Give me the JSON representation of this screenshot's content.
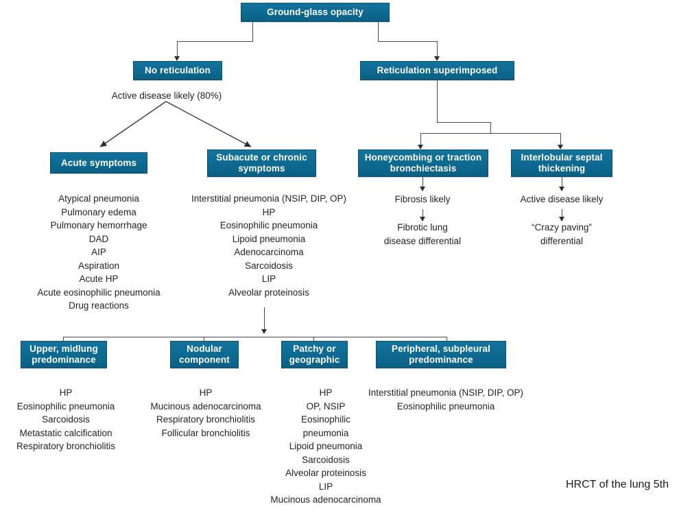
{
  "caption": "HRCT of the lung 5th",
  "nodes": {
    "root": "Ground-glass opacity",
    "no_reticulation": "No reticulation",
    "reticulation": "Reticulation superimposed",
    "acute": "Acute symptoms",
    "subacute": "Subacute or\nchronic symptoms",
    "honeycombing": "Honeycombing or\ntraction bronchiectasis",
    "interlobular": "Interlobular\nseptal thickening",
    "upper_midlung": "Upper, midlung\npredominance",
    "nodular": "Nodular\ncomponent",
    "patchy": "Patchy or\ngeographic",
    "peripheral": "Peripheral, subpleural\npredominance"
  },
  "labels": {
    "active_disease_80": "Active disease likely (80%)",
    "fibrosis_likely": "Fibrosis likely",
    "fibrotic_lung": "Fibrotic lung\ndisease differential",
    "active_disease_likely": "Active disease likely",
    "crazy_paving": "“Crazy paving”\ndifferential"
  },
  "lists": {
    "acute_symptoms": "Atypical pneumonia\nPulmonary edema\nPulmonary hemorrhage\nDAD\nAIP\nAspiration\nAcute HP\nAcute eosinophilic pneumonia\nDrug reactions",
    "subacute_chronic": "Interstitial pneumonia (NSIP, DIP, OP)\nHP\nEosinophilic pneumonia\nLipoid pneumonia\nAdenocarcinoma\nSarcoidosis\nLIP\nAlveolar proteinosis",
    "upper_midlung": "HP\nEosinophilic pneumonia\nSarcoidosis\nMetastatic calcification\nRespiratory bronchiolitis",
    "nodular": "HP\nMucinous adenocarcinoma\nRespiratory bronchiolitis\nFollicular bronchiolitis",
    "patchy": "HP\nOP, NSIP\nEosinophilic\npneumonia\nLipoid pneumonia\nSarcoidosis\nAlveolar proteinosis\nLIP\nMucinous adenocarcinoma",
    "peripheral": "Interstitial pneumonia (NSIP, DIP, OP)\nEosinophilic pneumonia"
  },
  "colors": {
    "node_fill": "#0d6990",
    "node_border": "#0a4f6e",
    "node_text": "#ffffff",
    "connector": "#4a4a4a",
    "background": "#ffffff"
  }
}
